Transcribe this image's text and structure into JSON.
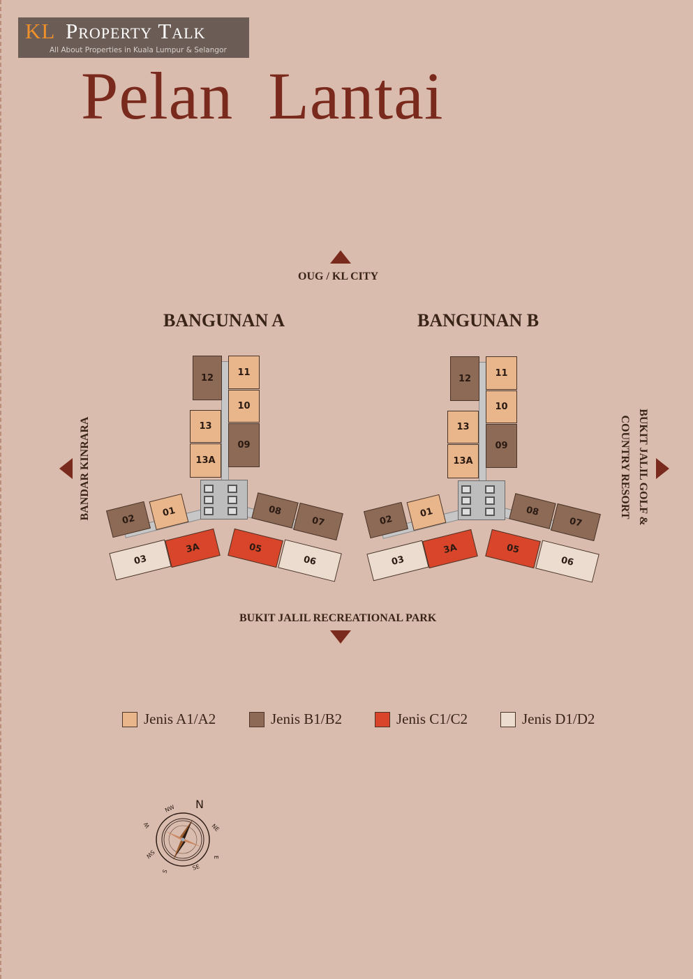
{
  "logo": {
    "kl": "KL",
    "name": "Property Talk",
    "tagline": "All About Properties in Kuala Lumpur & Selangor"
  },
  "title": "Pelan  Lantai",
  "directions": {
    "north": "OUG / KL CITY",
    "south": "BUKIT JALIL RECREATIONAL PARK",
    "west": "BANDAR KINRARA",
    "east_line1": "BUKIT JALIL GOLF &",
    "east_line2": "COUNTRY RESORT"
  },
  "buildings": [
    {
      "name": "BANGUNAN A",
      "units": [
        "12",
        "11",
        "10",
        "13",
        "09",
        "13A",
        "02",
        "01",
        "08",
        "07",
        "03",
        "3A",
        "05",
        "06"
      ]
    },
    {
      "name": "BANGUNAN B",
      "units": [
        "12",
        "11",
        "10",
        "13",
        "09",
        "13A",
        "02",
        "01",
        "08",
        "07",
        "03",
        "3A",
        "05",
        "06"
      ]
    }
  ],
  "unit_types": {
    "12": "B",
    "11": "A",
    "10": "A",
    "13": "A",
    "09": "B",
    "13A": "A",
    "02": "B",
    "01": "A",
    "08": "B",
    "07": "B",
    "03": "D",
    "3A": "C",
    "05": "C",
    "06": "D"
  },
  "legend": [
    {
      "label": "Jenis A1/A2",
      "color": "#e9b68c"
    },
    {
      "label": "Jenis B1/B2",
      "color": "#8c6a56"
    },
    {
      "label": "Jenis C1/C2",
      "color": "#d9452a"
    },
    {
      "label": "Jenis D1/D2",
      "color": "#ecdcd0"
    }
  ],
  "compass": {
    "n": "N",
    "ne": "NE",
    "e": "E",
    "se": "SE",
    "s": "S",
    "sw": "SW",
    "w": "W",
    "nw": "NW"
  }
}
